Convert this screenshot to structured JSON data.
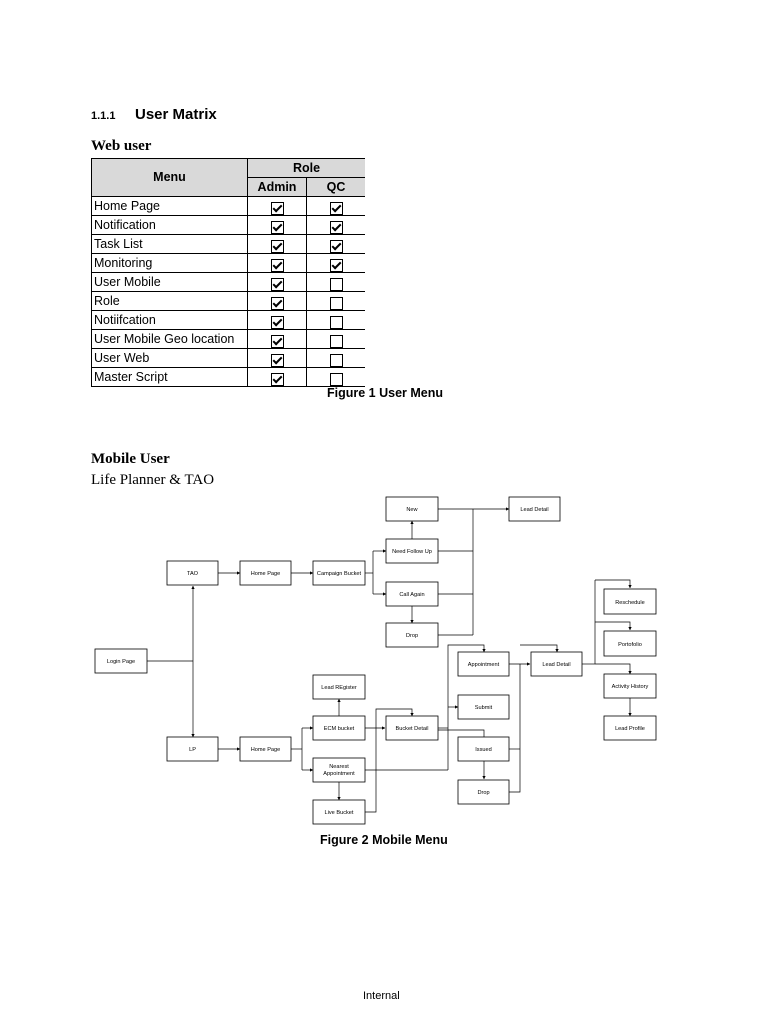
{
  "section": {
    "number": "1.1.1",
    "title": "User Matrix"
  },
  "web_user_heading": "Web user",
  "matrix": {
    "menu_header": "Menu",
    "role_header": "Role",
    "col_admin": "Admin",
    "col_qc": "QC",
    "rows": [
      {
        "label": "Home Page",
        "admin": true,
        "qc": true
      },
      {
        "label": "Notification",
        "admin": true,
        "qc": true
      },
      {
        "label": "Task List",
        "admin": true,
        "qc": true
      },
      {
        "label": "Monitoring",
        "admin": true,
        "qc": true
      },
      {
        "label": "User Mobile",
        "admin": true,
        "qc": false
      },
      {
        "label": "Role",
        "admin": true,
        "qc": false
      },
      {
        "label": "Notiifcation",
        "admin": true,
        "qc": false
      },
      {
        "label": "User Mobile Geo location",
        "admin": true,
        "qc": false
      },
      {
        "label": "User Web",
        "admin": true,
        "qc": false
      },
      {
        "label": "Master Script",
        "admin": true,
        "qc": false
      }
    ]
  },
  "figure1_caption": "Figure 1 User Menu",
  "mobile_user_heading": "Mobile User",
  "mobile_user_subheading": "Life Planner & TAO",
  "diagram": {
    "nodes": {
      "new": "New",
      "lead_detail_top": "Lead Detail",
      "need_follow_up": "Need Follow Up",
      "tao": "TAO",
      "home_page_tao": "Home Page",
      "campaign_bucket": "Campaign Bucket",
      "call_again": "Call Again",
      "drop_top": "Drop",
      "reschedule": "Reschedule",
      "portofolio": "Portofolio",
      "login_page": "Login Page",
      "appointment": "Appointment",
      "lead_detail_mid": "Lead Detail",
      "activity_history": "Activity History",
      "lead_register": "Lead REgister",
      "submit": "Submit",
      "lead_profile": "Lead Profile",
      "lp": "LP",
      "home_page_lp": "Home Page",
      "ecm_bucket": "ECM bucket",
      "bucket_detail": "Bucket Detail",
      "issued": "Issued",
      "nearest_appointment_1": "Nearest",
      "nearest_appointment_2": "Appointment",
      "drop_bottom": "Drop",
      "live_bucket": "Live Bucket"
    }
  },
  "figure2_caption": "Figure 2 Mobile Menu",
  "footer": "Internal"
}
